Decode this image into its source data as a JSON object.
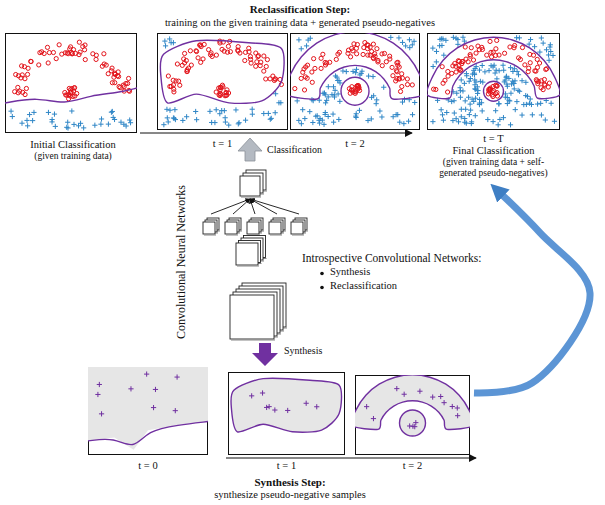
{
  "diagram": {
    "nodes": [
      {
        "text": [
          "Initial Classification",
          "(given training data)"
        ]
      },
      {
        "text": [
          "t = 1"
        ]
      },
      {
        "text": [
          "t = 2"
        ]
      },
      {
        "text": [
          "t = T",
          "Final Classification",
          "(given training data + self-generated pseudo-negatives)"
        ]
      },
      {
        "text": [
          "t = 0"
        ]
      },
      {
        "text": [
          "t = 1"
        ]
      },
      {
        "text": [
          "t = 2"
        ]
      }
    ],
    "edges": [
      {
        "from": 6,
        "to": 3,
        "arrow": "to"
      }
    ],
    "labels": [
      "Reclassification Step:",
      "training on the given training data + generated pseudo-negatives",
      "Classification",
      "Convolutional Neural Networks",
      "Introspective Convolutional Networks:",
      "Synthesis",
      "Reclassification",
      "Synthesis",
      "Synthesis Step:",
      "synthesize pseudo-negative samples"
    ]
  }
}
